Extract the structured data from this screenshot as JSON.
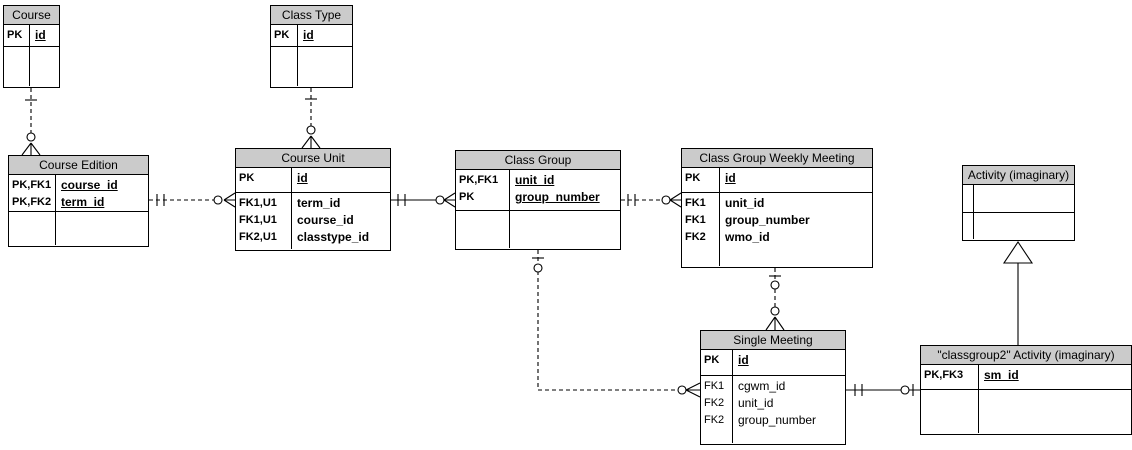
{
  "diagram": {
    "type": "entity-relationship",
    "colors": {
      "header_bg": "#cbcbcb",
      "border": "#000000",
      "background": "#ffffff"
    }
  },
  "tables": {
    "course": {
      "title": "Course",
      "pk_fields": [
        {
          "key": "PK",
          "name": "id"
        }
      ]
    },
    "class_type": {
      "title": "Class Type",
      "pk_fields": [
        {
          "key": "PK",
          "name": "id"
        }
      ]
    },
    "course_edition": {
      "title": "Course Edition",
      "pk_fields": [
        {
          "key": "PK,FK1",
          "name": "course_id"
        },
        {
          "key": "PK,FK2",
          "name": "term_id"
        }
      ]
    },
    "course_unit": {
      "title": "Course Unit",
      "pk_fields": [
        {
          "key": "PK",
          "name": "id"
        }
      ],
      "fields": [
        {
          "key": "FK1,U1",
          "name": "term_id"
        },
        {
          "key": "FK1,U1",
          "name": "course_id"
        },
        {
          "key": "FK2,U1",
          "name": "classtype_id"
        }
      ]
    },
    "class_group": {
      "title": "Class Group",
      "pk_fields": [
        {
          "key": "PK,FK1",
          "name": "unit_id"
        },
        {
          "key": "PK",
          "name": "group_number"
        }
      ]
    },
    "cgwm": {
      "title": "Class Group Weekly Meeting",
      "pk_fields": [
        {
          "key": "PK",
          "name": "id"
        }
      ],
      "fields": [
        {
          "key": "FK1",
          "name": "unit_id"
        },
        {
          "key": "FK1",
          "name": "group_number"
        },
        {
          "key": "FK2",
          "name": "wmo_id"
        }
      ]
    },
    "activity": {
      "title": "Activity (imaginary)"
    },
    "single_meeting": {
      "title": "Single Meeting",
      "pk_fields": [
        {
          "key": "PK",
          "name": "id"
        }
      ],
      "fields": [
        {
          "key": "FK1",
          "name": "cgwm_id"
        },
        {
          "key": "FK2",
          "name": "unit_id"
        },
        {
          "key": "FK2",
          "name": "group_number"
        }
      ]
    },
    "classgroup2_activity": {
      "title": "\"classgroup2\" Activity (imaginary)",
      "pk_fields": [
        {
          "key": "PK,FK3",
          "name": "sm_id"
        }
      ]
    }
  },
  "relationships": [
    {
      "from": "Course",
      "to": "Course Edition",
      "from_cardinality": "exactly one",
      "to_cardinality": "zero or many",
      "line": "dashed"
    },
    {
      "from": "Class Type",
      "to": "Course Unit",
      "from_cardinality": "exactly one",
      "to_cardinality": "zero or many",
      "line": "dashed"
    },
    {
      "from": "Course Edition",
      "to": "Course Unit",
      "from_cardinality": "exactly one",
      "to_cardinality": "zero or many",
      "line": "dashed"
    },
    {
      "from": "Course Unit",
      "to": "Class Group",
      "from_cardinality": "exactly one",
      "to_cardinality": "zero or many",
      "line": "solid"
    },
    {
      "from": "Class Group",
      "to": "Class Group Weekly Meeting",
      "from_cardinality": "exactly one",
      "to_cardinality": "zero or many",
      "line": "dashed"
    },
    {
      "from": "Class Group",
      "to": "Single Meeting",
      "from_cardinality": "zero or one",
      "to_cardinality": "zero or many",
      "line": "dashed"
    },
    {
      "from": "Class Group Weekly Meeting",
      "to": "Single Meeting",
      "from_cardinality": "zero or one",
      "to_cardinality": "zero or many",
      "line": "dashed"
    },
    {
      "from": "Single Meeting",
      "to": "\"classgroup2\" Activity (imaginary)",
      "from_cardinality": "exactly one",
      "to_cardinality": "zero or one",
      "line": "solid"
    },
    {
      "from": "Activity (imaginary)",
      "to": "\"classgroup2\" Activity (imaginary)",
      "type": "inheritance",
      "line": "solid"
    }
  ]
}
